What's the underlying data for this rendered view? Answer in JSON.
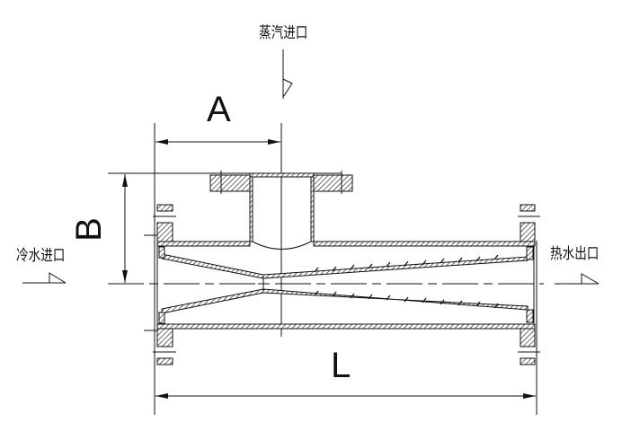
{
  "labels": {
    "steam_inlet": "蒸汽进口",
    "cold_water_inlet": "冷水进口",
    "hot_water_outlet": "热水出口"
  },
  "dimensions": {
    "a": "A",
    "b": "B",
    "l": "L"
  },
  "colors": {
    "line": "#111111",
    "background": "#ffffff"
  }
}
